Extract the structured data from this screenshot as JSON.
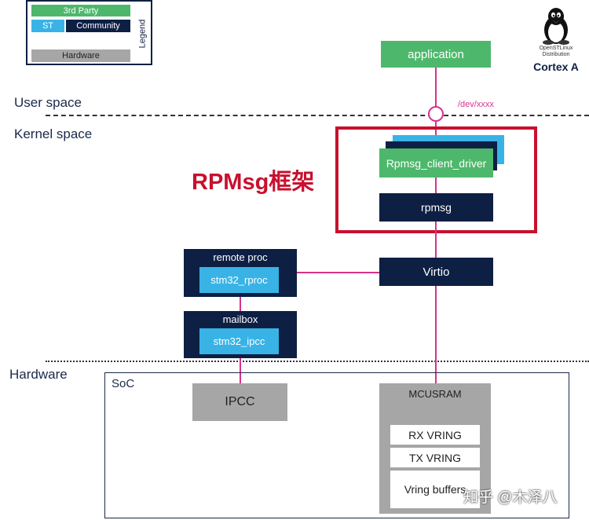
{
  "legend": {
    "third_party": "3rd Party",
    "st": "ST",
    "community": "Community",
    "hardware": "Hardware",
    "title": "Legend"
  },
  "logo": {
    "line1": "OpenSTLinux",
    "line2": "Distribution",
    "caption": "Cortex A"
  },
  "layers": {
    "user_space": "User space",
    "kernel_space": "Kernel space",
    "hardware": "Hardware"
  },
  "blocks": {
    "application": "application",
    "dev_node": "/dev/xxxx",
    "rpmsg_client_driver": "Rpmsg_client_driver",
    "rpmsg": "rpmsg",
    "framework_title": "RPMsg框架",
    "virtio": "Virtio",
    "remote_proc": "remote proc",
    "stm32_rproc": "stm32_rproc",
    "mailbox": "mailbox",
    "stm32_ipcc": "stm32_ipcc",
    "soc": "SoC",
    "ipcc": "IPCC",
    "mcusram": "MCUSRAM",
    "rx_vring": "RX VRING",
    "tx_vring": "TX VRING",
    "vring_buffers": "Vring buffers"
  },
  "watermark": "知乎 @木泽八",
  "colors": {
    "third_party": "#4db86b",
    "st": "#39b3e6",
    "community": "#0e1f44",
    "hardware": "#a6a6a6",
    "connector": "#d6338f",
    "highlight": "#c8102e"
  }
}
